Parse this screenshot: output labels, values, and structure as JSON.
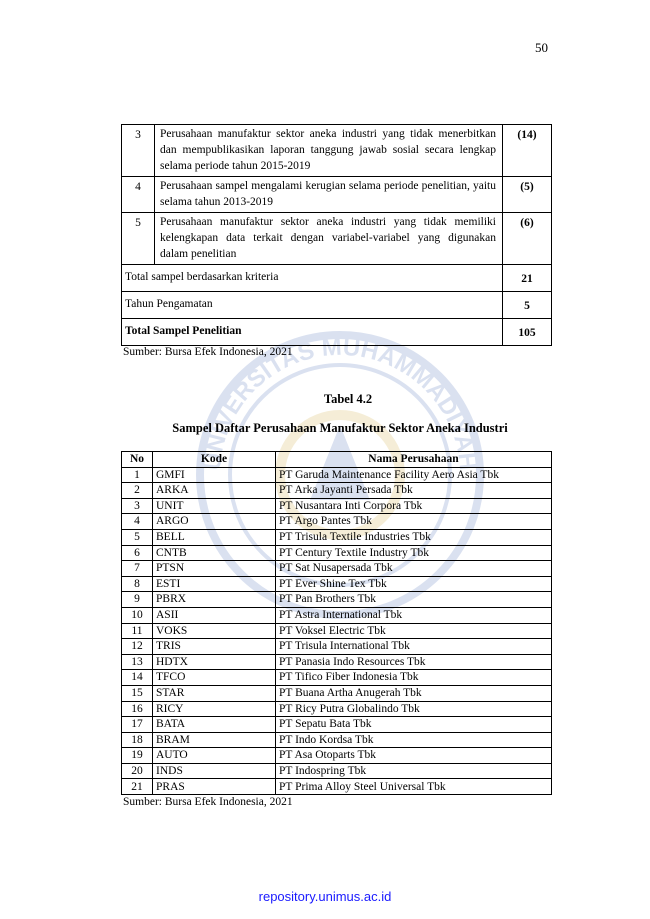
{
  "page_number": "50",
  "criteria_table": {
    "rows": [
      {
        "no": "3",
        "description": "Perusahaan manufaktur sektor aneka industri yang tidak menerbitkan dan mempublikasikan laporan tanggung jawab sosial secara lengkap selama periode tahun 2015-2019",
        "value": "(14)"
      },
      {
        "no": "4",
        "description": "Perusahaan sampel mengalami kerugian selama periode penelitian, yaitu selama tahun 2013-2019",
        "value": "(5)"
      },
      {
        "no": "5",
        "description": "Perusahaan manufaktur sektor aneka industri yang tidak memiliki kelengkapan data terkait dengan variabel-variabel yang digunakan dalam penelitian",
        "value": "(6)"
      }
    ],
    "summary": [
      {
        "label": "Total sampel berdasarkan kriteria",
        "value": "21"
      },
      {
        "label": "Tahun Pengamatan",
        "value": "5"
      },
      {
        "label": "Total Sampel Penelitian",
        "value": "105"
      }
    ]
  },
  "source_1": "Sumber: Bursa Efek Indonesia, 2021",
  "table_number": "Tabel 4.2",
  "table_title": "Sampel Daftar Perusahaan Manufaktur Sektor Aneka Industri",
  "company_table": {
    "headers": {
      "no": "No",
      "kode": "Kode",
      "nama": "Nama Perusahaan"
    },
    "rows": [
      {
        "no": "1",
        "kode": "GMFI",
        "nama": "PT Garuda Maintenance Facility Aero Asia Tbk"
      },
      {
        "no": "2",
        "kode": "ARKA",
        "nama": "PT Arka Jayanti Persada Tbk"
      },
      {
        "no": "3",
        "kode": "UNIT",
        "nama": "PT Nusantara Inti Corpora Tbk"
      },
      {
        "no": "4",
        "kode": "ARGO",
        "nama": "PT Argo Pantes Tbk"
      },
      {
        "no": "5",
        "kode": "BELL",
        "nama": "PT Trisula Textile Industries Tbk"
      },
      {
        "no": "6",
        "kode": "CNTB",
        "nama": "PT Century Textile Industry Tbk"
      },
      {
        "no": "7",
        "kode": "PTSN",
        "nama": "PT Sat Nusapersada Tbk"
      },
      {
        "no": "8",
        "kode": "ESTI",
        "nama": "PT Ever Shine Tex Tbk"
      },
      {
        "no": "9",
        "kode": "PBRX",
        "nama": "PT Pan Brothers Tbk"
      },
      {
        "no": "10",
        "kode": "ASII",
        "nama": "PT Astra International Tbk"
      },
      {
        "no": "11",
        "kode": "VOKS",
        "nama": "PT Voksel Electric Tbk"
      },
      {
        "no": "12",
        "kode": "TRIS",
        "nama": "PT Trisula International Tbk"
      },
      {
        "no": "13",
        "kode": "HDTX",
        "nama": "PT Panasia Indo Resources Tbk"
      },
      {
        "no": "14",
        "kode": "TFCO",
        "nama": "PT Tifico Fiber Indonesia Tbk"
      },
      {
        "no": "15",
        "kode": "STAR",
        "nama": "PT Buana Artha Anugerah Tbk"
      },
      {
        "no": "16",
        "kode": "RICY",
        "nama": "PT Ricy Putra Globalindo Tbk"
      },
      {
        "no": "17",
        "kode": "BATA",
        "nama": "PT Sepatu Bata Tbk"
      },
      {
        "no": "18",
        "kode": "BRAM",
        "nama": "PT Indo Kordsa Tbk"
      },
      {
        "no": "19",
        "kode": "AUTO",
        "nama": "PT Asa Otoparts Tbk"
      },
      {
        "no": "20",
        "kode": "INDS",
        "nama": "PT Indospring Tbk"
      },
      {
        "no": "21",
        "kode": "PRAS",
        "nama": "PT Prima Alloy Steel Universal Tbk"
      }
    ]
  },
  "source_2": "Sumber: Bursa Efek Indonesia, 2021",
  "watermark": {
    "text": "UNIVERSITAS MUHAMMADIYAH",
    "color": "#3a5fb0"
  },
  "footer_link": "repository.unimus.ac.id",
  "colors": {
    "link": "#1a1aff"
  }
}
